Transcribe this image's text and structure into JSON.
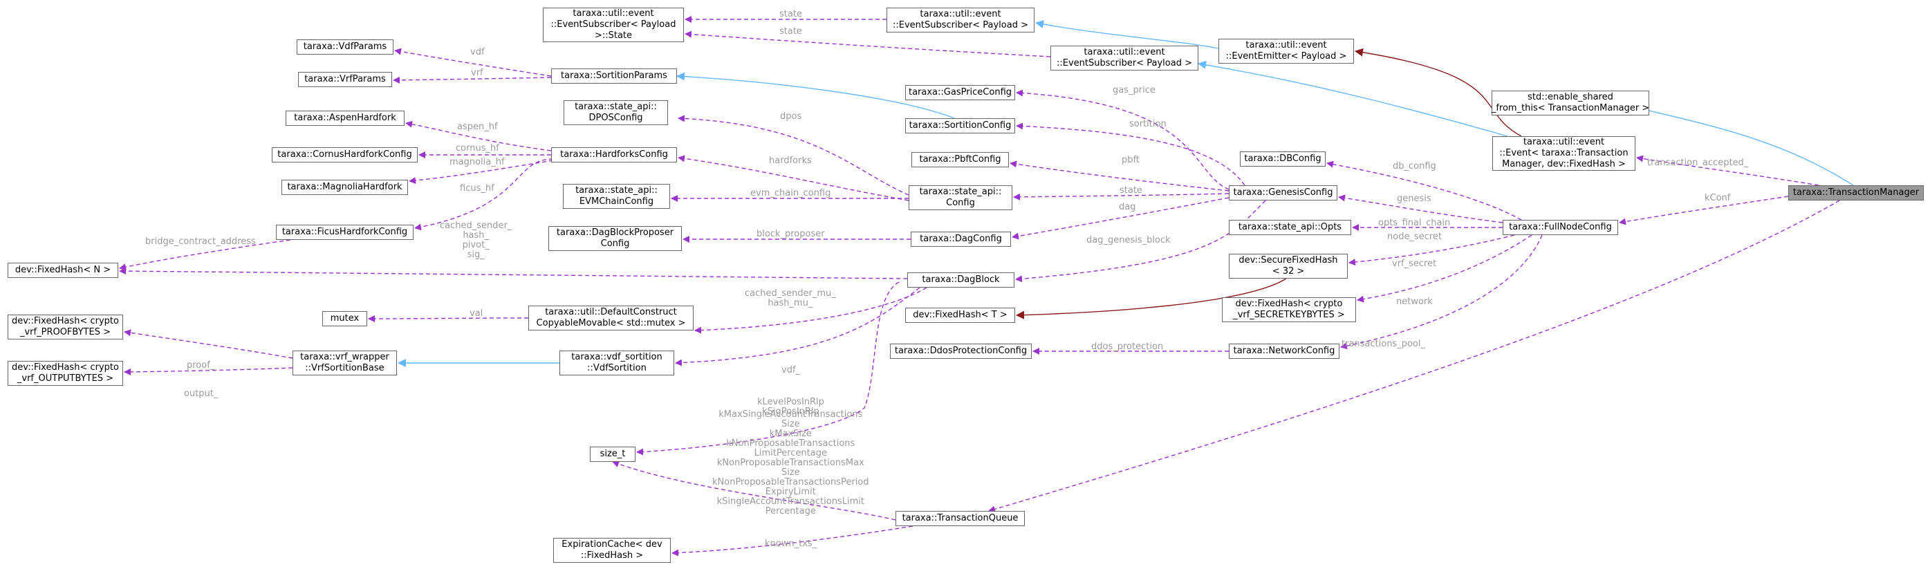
{
  "diagram": {
    "colors": {
      "usage_edge": "#9a32cd",
      "inheritance_edge": "#63b8ff",
      "template_edge": "#8b1a1a",
      "root_fill": "#999999",
      "edge_label_text": "#9a9a9a"
    },
    "nodes": [
      {
        "id": "transaction_manager",
        "label": "taraxa::TransactionManager",
        "root": true
      },
      {
        "id": "enable_shared",
        "label": "std::enable_shared\n_from_this< TransactionManager >"
      },
      {
        "id": "event_tm",
        "label": "taraxa::util::event\n::Event< taraxa::Transaction\nManager, dev::FixedHash >"
      },
      {
        "id": "full_node_config",
        "label": "taraxa::FullNodeConfig"
      },
      {
        "id": "transaction_queue",
        "label": "taraxa::TransactionQueue"
      },
      {
        "id": "event_emitter",
        "label": "taraxa::util::event\n::EventEmitter< Payload >"
      },
      {
        "id": "event_subscriber_payload",
        "label": "taraxa::util::event\n::EventSubscriber< Payload >"
      },
      {
        "id": "event_subscriber_top",
        "label": "taraxa::util::event\n::EventSubscriber< Payload >"
      },
      {
        "id": "event_subscriber_state",
        "label": "taraxa::util::event\n::EventSubscriber< Payload\n>::State"
      },
      {
        "id": "db_config",
        "label": "taraxa::DBConfig"
      },
      {
        "id": "genesis_config",
        "label": "taraxa::GenesisConfig"
      },
      {
        "id": "opts",
        "label": "taraxa::state_api::Opts"
      },
      {
        "id": "secure_fixed_hash",
        "label": "dev::SecureFixedHash\n< 32 >"
      },
      {
        "id": "fixed_hash_secret",
        "label": "dev::FixedHash< crypto\n_vrf_SECRETKEYBYTES >"
      },
      {
        "id": "network_config",
        "label": "taraxa::NetworkConfig"
      },
      {
        "id": "ddos_config",
        "label": "taraxa::DdosProtectionConfig"
      },
      {
        "id": "fixed_hash_t",
        "label": "dev::FixedHash< T >"
      },
      {
        "id": "gas_price_config",
        "label": "taraxa::GasPriceConfig"
      },
      {
        "id": "sortition_config",
        "label": "taraxa::SortitionConfig"
      },
      {
        "id": "pbft_config",
        "label": "taraxa::PbftConfig"
      },
      {
        "id": "state_api_config",
        "label": "taraxa::state_api::\nConfig"
      },
      {
        "id": "dag_config",
        "label": "taraxa::DagConfig"
      },
      {
        "id": "dag_block",
        "label": "taraxa::DagBlock"
      },
      {
        "id": "sortition_params",
        "label": "taraxa::SortitionParams"
      },
      {
        "id": "dpos_config",
        "label": "taraxa::state_api::\nDPOSConfig"
      },
      {
        "id": "hardforks_config",
        "label": "taraxa::HardforksConfig"
      },
      {
        "id": "evm_chain_config",
        "label": "taraxa::state_api::\nEVMChainConfig"
      },
      {
        "id": "dag_block_proposer_config",
        "label": "taraxa::DagBlockProposer\nConfig"
      },
      {
        "id": "default_construct",
        "label": "taraxa::util::DefaultConstruct\nCopyableMovable< std::mutex >"
      },
      {
        "id": "vdf_sortition",
        "label": "taraxa::vdf_sortition\n::VdfSortition"
      },
      {
        "id": "vrf_sortition_base",
        "label": "taraxa::vrf_wrapper\n::VrfSortitionBase"
      },
      {
        "id": "vdf_params",
        "label": "taraxa::VdfParams"
      },
      {
        "id": "vrf_params",
        "label": "taraxa::VrfParams"
      },
      {
        "id": "aspen_hardfork",
        "label": "taraxa::AspenHardfork"
      },
      {
        "id": "cornus_hardfork",
        "label": "taraxa::CornusHardforkConfig"
      },
      {
        "id": "magnolia_hardfork",
        "label": "taraxa::MagnoliaHardfork"
      },
      {
        "id": "ficus_hardfork",
        "label": "taraxa::FicusHardforkConfig"
      },
      {
        "id": "fixed_hash_n",
        "label": "dev::FixedHash< N >"
      },
      {
        "id": "mutex",
        "label": "mutex"
      },
      {
        "id": "fixed_hash_proof",
        "label": "dev::FixedHash< crypto\n_vrf_PROOFBYTES >"
      },
      {
        "id": "fixed_hash_output",
        "label": "dev::FixedHash< crypto\n_vrf_OUTPUTBYTES >"
      },
      {
        "id": "size_t",
        "label": "size_t"
      },
      {
        "id": "expiration_cache",
        "label": "ExpirationCache< dev\n::FixedHash >"
      }
    ],
    "edge_labels": [
      {
        "id": "transaction_accepted",
        "text": "transaction_accepted_"
      },
      {
        "id": "kconf",
        "text": "kConf"
      },
      {
        "id": "transactions_pool",
        "text": "transactions_pool_"
      },
      {
        "id": "db_config",
        "text": "db_config"
      },
      {
        "id": "genesis",
        "text": "genesis"
      },
      {
        "id": "opts_final_chain",
        "text": "opts_final_chain"
      },
      {
        "id": "node_secret",
        "text": "node_secret"
      },
      {
        "id": "vrf_secret",
        "text": "vrf_secret"
      },
      {
        "id": "network",
        "text": "network"
      },
      {
        "id": "ddos_protection",
        "text": "ddos_protection"
      },
      {
        "id": "gas_price",
        "text": "gas_price"
      },
      {
        "id": "sortition",
        "text": "sortition"
      },
      {
        "id": "pbft",
        "text": "pbft"
      },
      {
        "id": "state",
        "text": "state"
      },
      {
        "id": "dag",
        "text": "dag"
      },
      {
        "id": "dag_genesis_block",
        "text": "dag_genesis_block"
      },
      {
        "id": "state_top",
        "text": "state"
      },
      {
        "id": "state_mid",
        "text": "state"
      },
      {
        "id": "dpos",
        "text": "dpos"
      },
      {
        "id": "hardforks",
        "text": "hardforks"
      },
      {
        "id": "evm_chain_config",
        "text": "evm_chain_config"
      },
      {
        "id": "block_proposer",
        "text": "block_proposer"
      },
      {
        "id": "vdf_top",
        "text": "vdf"
      },
      {
        "id": "vrf",
        "text": "vrf"
      },
      {
        "id": "aspen_hf",
        "text": "aspen_hf"
      },
      {
        "id": "cornus_hf",
        "text": "cornus_hf"
      },
      {
        "id": "magnolia_hf",
        "text": "magnolia_hf"
      },
      {
        "id": "ficus_hf",
        "text": "ficus_hf"
      },
      {
        "id": "bridge_contract_address",
        "text": "bridge_contract_address"
      },
      {
        "id": "cached_sender",
        "text": "cached_sender_\nhash_\npivot_\nsig_"
      },
      {
        "id": "val",
        "text": "val"
      },
      {
        "id": "cached_sender_mu",
        "text": "cached_sender_mu_\nhash_mu_"
      },
      {
        "id": "vdf_bottom",
        "text": "vdf_"
      },
      {
        "id": "proof",
        "text": "proof_"
      },
      {
        "id": "output",
        "text": "output_"
      },
      {
        "id": "klevel",
        "text": "kLevelPosInRlp\nkSigPosInRlp"
      },
      {
        "id": "kmax",
        "text": "kMaxSingleAccountTransactions\nSize\nkMaxSize\nkNonProposableTransactions\nLimitPercentage\nkNonProposableTransactionsMax\nSize\nkNonProposableTransactionsPeriod\nExpiryLimit\nkSingleAccountTransactionsLimit\nPercentage"
      },
      {
        "id": "known_txs",
        "text": "known_txs_"
      }
    ]
  }
}
